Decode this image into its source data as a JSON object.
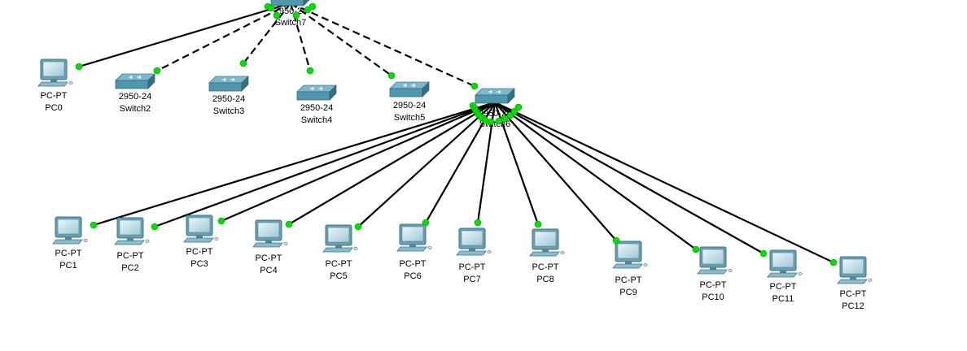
{
  "colors": {
    "link": "#000000",
    "port": "#00e000",
    "device": "#4f97ad",
    "canvas": "#ffffff"
  },
  "switches": [
    {
      "id": "sw7",
      "model": "2950-24",
      "name": "Switch7"
    },
    {
      "id": "sw2",
      "model": "2950-24",
      "name": "Switch2"
    },
    {
      "id": "sw3",
      "model": "2950-24",
      "name": "Switch3"
    },
    {
      "id": "sw4",
      "model": "2950-24",
      "name": "Switch4"
    },
    {
      "id": "sw5",
      "model": "2950-24",
      "name": "Switch5"
    },
    {
      "id": "sw6",
      "model": "2950-24",
      "name": "Switch6"
    }
  ],
  "pcs": [
    {
      "id": "pc0",
      "model": "PC-PT",
      "name": "PC0"
    },
    {
      "id": "pc1",
      "model": "PC-PT",
      "name": "PC1"
    },
    {
      "id": "pc2",
      "model": "PC-PT",
      "name": "PC2"
    },
    {
      "id": "pc3",
      "model": "PC-PT",
      "name": "PC3"
    },
    {
      "id": "pc4",
      "model": "PC-PT",
      "name": "PC4"
    },
    {
      "id": "pc5",
      "model": "PC-PT",
      "name": "PC5"
    },
    {
      "id": "pc6",
      "model": "PC-PT",
      "name": "PC6"
    },
    {
      "id": "pc7",
      "model": "PC-PT",
      "name": "PC7"
    },
    {
      "id": "pc8",
      "model": "PC-PT",
      "name": "PC8"
    },
    {
      "id": "pc9",
      "model": "PC-PT",
      "name": "PC9"
    },
    {
      "id": "pc10",
      "model": "PC-PT",
      "name": "PC10"
    },
    {
      "id": "pc11",
      "model": "PC-PT",
      "name": "PC11"
    },
    {
      "id": "pc12",
      "model": "PC-PT",
      "name": "PC12"
    }
  ],
  "links": [
    {
      "from": "sw7",
      "to": "pc0",
      "type": "straight-through"
    },
    {
      "from": "sw7",
      "to": "sw2",
      "type": "crossover"
    },
    {
      "from": "sw7",
      "to": "sw3",
      "type": "crossover"
    },
    {
      "from": "sw7",
      "to": "sw4",
      "type": "crossover"
    },
    {
      "from": "sw7",
      "to": "sw5",
      "type": "crossover"
    },
    {
      "from": "sw7",
      "to": "sw6",
      "type": "crossover"
    },
    {
      "from": "sw6",
      "to": "pc1",
      "type": "straight-through"
    },
    {
      "from": "sw6",
      "to": "pc2",
      "type": "straight-through"
    },
    {
      "from": "sw6",
      "to": "pc3",
      "type": "straight-through"
    },
    {
      "from": "sw6",
      "to": "pc4",
      "type": "straight-through"
    },
    {
      "from": "sw6",
      "to": "pc5",
      "type": "straight-through"
    },
    {
      "from": "sw6",
      "to": "pc6",
      "type": "straight-through"
    },
    {
      "from": "sw6",
      "to": "pc7",
      "type": "straight-through"
    },
    {
      "from": "sw6",
      "to": "pc8",
      "type": "straight-through"
    },
    {
      "from": "sw6",
      "to": "pc9",
      "type": "straight-through"
    },
    {
      "from": "sw6",
      "to": "pc10",
      "type": "straight-through"
    },
    {
      "from": "sw6",
      "to": "pc11",
      "type": "straight-through"
    },
    {
      "from": "sw6",
      "to": "pc12",
      "type": "straight-through"
    }
  ]
}
